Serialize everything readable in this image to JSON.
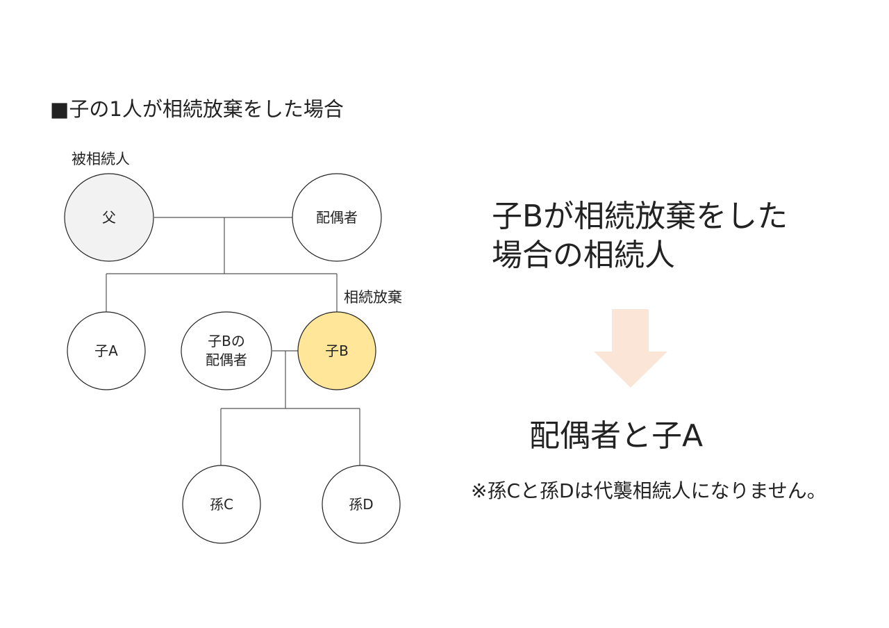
{
  "title": "■子の1人が相続放棄をした場合",
  "labels": {
    "deceased": "被相続人",
    "renounced": "相続放棄"
  },
  "nodes": {
    "father": "父",
    "spouse": "配偶者",
    "child_a": "子A",
    "child_b_spouse_line1": "子Bの",
    "child_b_spouse_line2": "配偶者",
    "child_b": "子B",
    "grandchild_c": "孫C",
    "grandchild_d": "孫D"
  },
  "headline": {
    "line1": "子Bが相続放棄をした",
    "line2": "場合の相続人"
  },
  "result": "配偶者と子A",
  "note": "※孫Cと孫Dは代襲相続人になりません。",
  "colors": {
    "deceased_fill": "#f2f2f2",
    "renounced_fill": "#ffe699",
    "arrow_fill": "#fbe5d6",
    "line": "#555555",
    "text": "#222222"
  }
}
